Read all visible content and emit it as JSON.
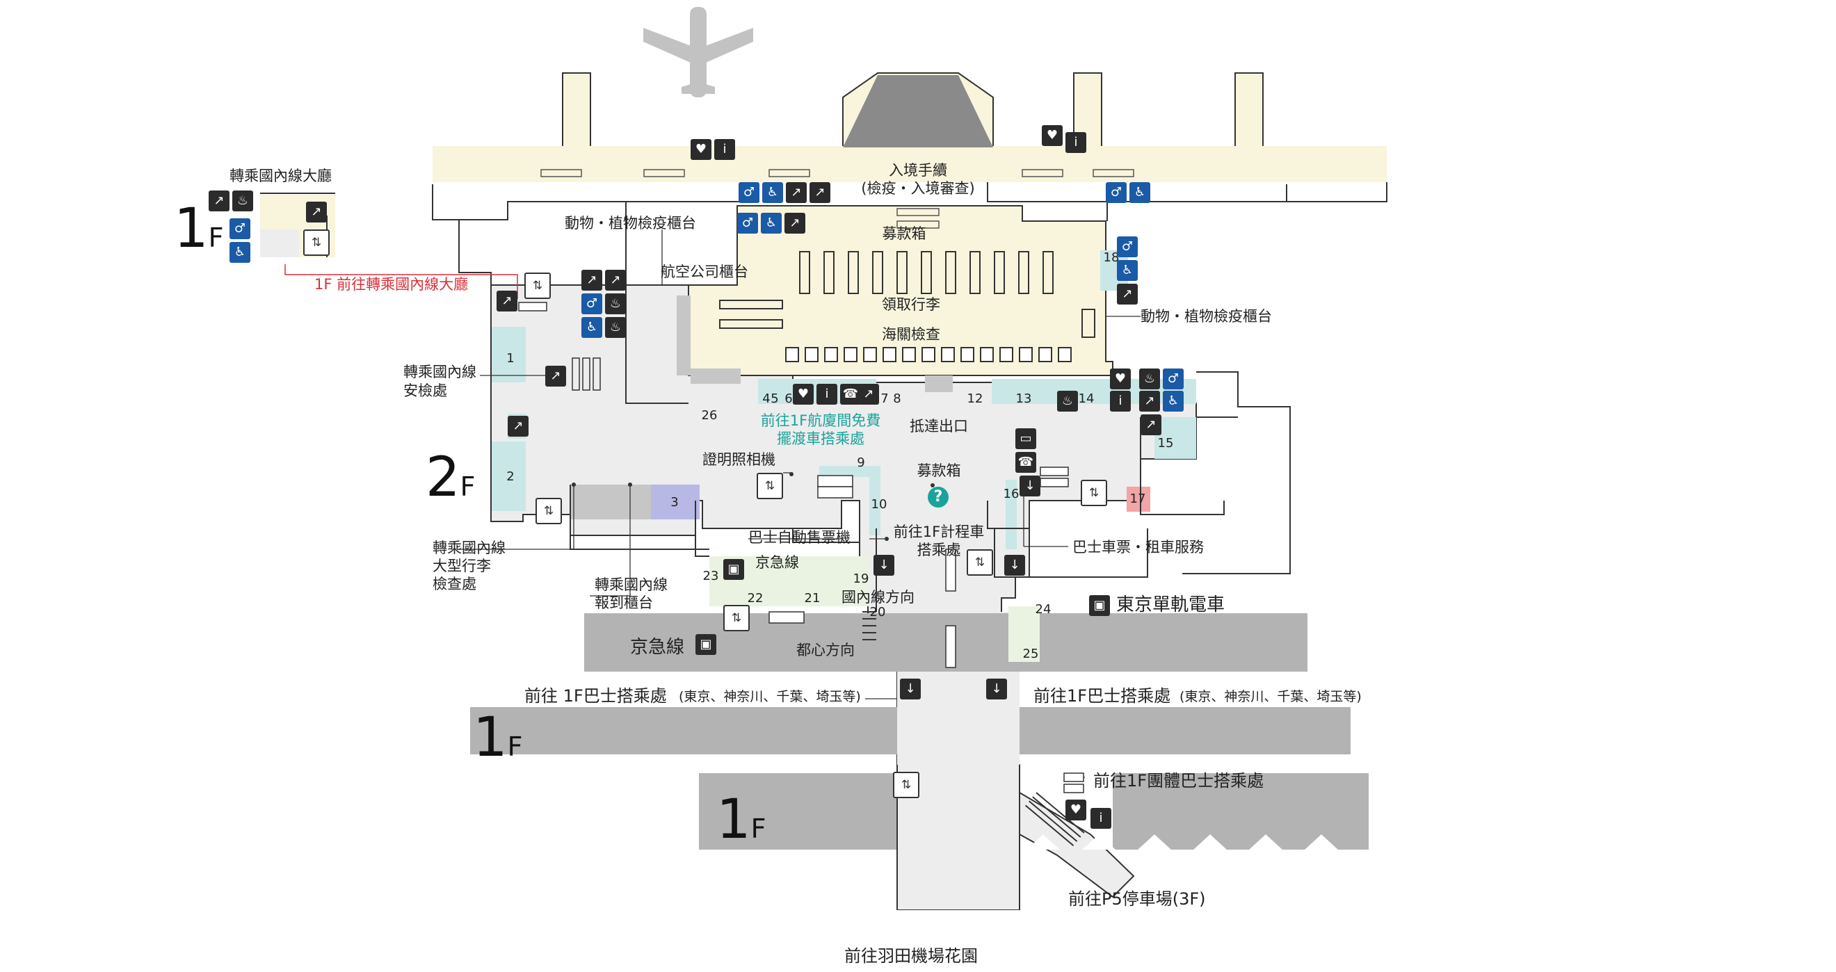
{
  "labels": {
    "immigration": "入境手續",
    "immigration_sub": "(檢疫・入境審查)",
    "donation_box_top": "募款箱",
    "baggage_claim": "領取行李",
    "customs": "海關檢查",
    "animal_plant_left": "動物・植物檢疫櫃台",
    "animal_plant_right": "動物・植物檢疫櫃台",
    "airline_counter": "航空公司櫃台",
    "domestic_transfer_hall": "轉乘國內線大廳",
    "to_domestic_transfer_hall": "1F 前往轉乘國內線大廳",
    "domestic_security": "轉乘國內線",
    "domestic_security_2": "安檢處",
    "arrival_exit": "抵達出口",
    "free_shuttle_1": "前往1F航廈間免費",
    "free_shuttle_2": "擺渡車搭乘處",
    "photo_booth": "證明照相機",
    "donation_box_mid": "募款箱",
    "taxi_1": "前往1F計程車",
    "taxi_2": "搭乘處",
    "bus_ticket_machine": "巴士自動售票機",
    "keikyu_line_small": "京急線",
    "domestic_direction": "國內線方向",
    "large_baggage_1": "轉乘國內線",
    "large_baggage_2": "大型行李",
    "large_baggage_3": "檢查處",
    "domestic_checkin_1": "轉乘國內線",
    "domestic_checkin_2": "報到櫃台",
    "bus_ticket_rental": "巴士車票・租車服務",
    "tokyo_monorail": "東京單軌電車",
    "keikyu_line": "京急線",
    "city_direction": "都心方向",
    "bus_1f_left": "前往 1F巴士搭乘處",
    "bus_1f_left_sub": "(東京、神奈川、千葉、埼玉等)",
    "bus_1f_right": "前往1F巴士搭乘處",
    "bus_1f_right_sub": "(東京、神奈川、千葉、埼玉等)",
    "group_bus": "前往1F團體巴士搭乘處",
    "p5_parking": "前往P5停車場(3F)",
    "garden": "前往羽田機場花園"
  },
  "floors": {
    "inset": "1",
    "main": "2",
    "lower_left": "1",
    "lower_mid": "1",
    "suffix": "F"
  },
  "gates": [
    "1",
    "2",
    "3",
    "4",
    "5",
    "6",
    "7",
    "8",
    "9",
    "10",
    "12",
    "13",
    "14",
    "15",
    "16",
    "17",
    "18",
    "19",
    "20",
    "21",
    "22",
    "23",
    "24",
    "25",
    "26"
  ],
  "icons": [
    "airplane-icon",
    "aed-icon",
    "info-icon",
    "restroom-icon",
    "wheelchair-icon",
    "elevator-icon",
    "escalator-icon",
    "smoking-icon",
    "phone-icon",
    "train-icon",
    "monorail-icon",
    "question-icon"
  ],
  "colors": {
    "arrival_area": "#f8f5dc",
    "floor_area": "#ededed",
    "counter_teal": "#c9e7e6",
    "counter_purple": "#b7b8e3",
    "counter_red": "#f2a4a6",
    "platform_gray": "#b3b3b3",
    "accent_red": "#d9303a",
    "accent_teal": "#1aa39a",
    "icon_blue": "#1a5aa6"
  }
}
